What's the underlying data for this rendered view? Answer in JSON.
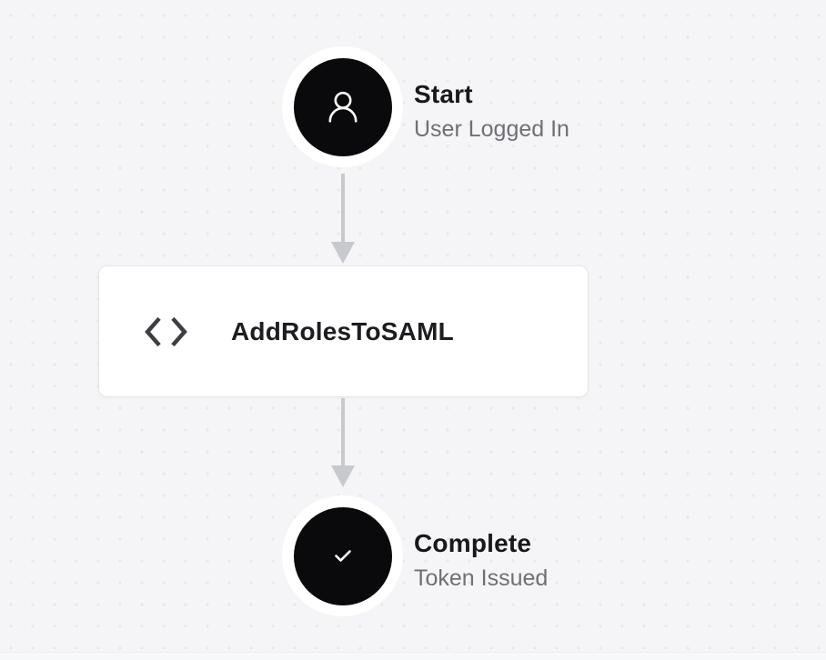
{
  "canvas": {
    "background_color": "#f5f5f7",
    "dot_color": "#ece7e1"
  },
  "flow": {
    "start_node": {
      "title": "Start",
      "subtitle": "User Logged In",
      "icon": "user-icon",
      "circle_color": "#0a0a0c"
    },
    "task_node": {
      "label": "AddRolesToSAML",
      "icon": "code-icon",
      "card_color": "#ffffff",
      "border_color": "#e6e6e9"
    },
    "complete_node": {
      "title": "Complete",
      "subtitle": "Token Issued",
      "icon": "check-icon",
      "circle_color": "#0a0a0c"
    },
    "connector_color": "#c6c9ce"
  },
  "text_colors": {
    "title": "#18181b",
    "subtitle": "#6e7076"
  }
}
